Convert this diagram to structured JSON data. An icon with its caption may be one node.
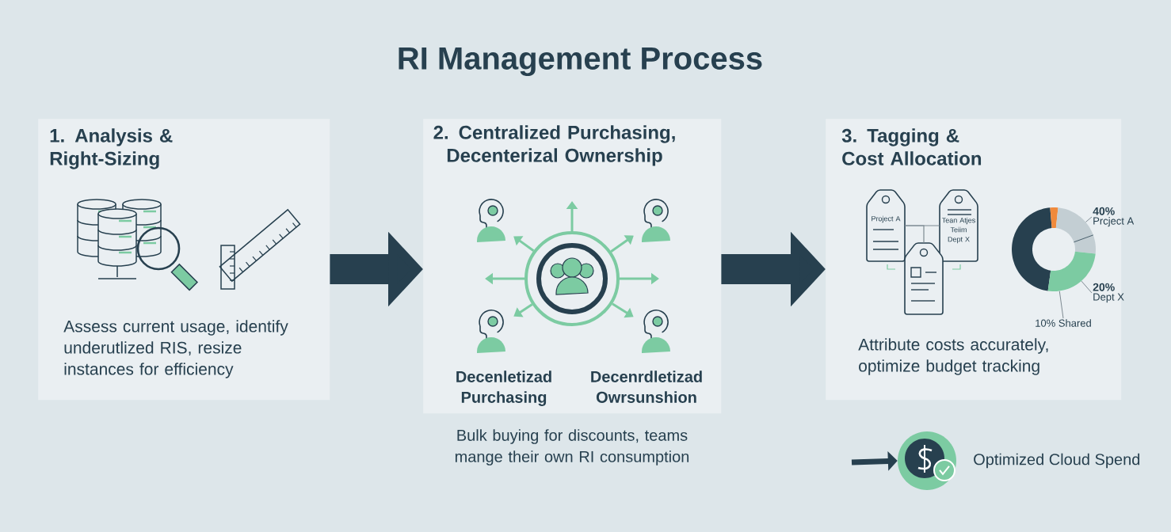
{
  "diagram": {
    "title": "RI Management Process",
    "nodes": [
      {
        "text": [
          "1. Analysis & Right-Sizing",
          "Assess current usage, identify underutlized RIS, resize instances for efficiency"
        ]
      },
      {
        "text": [
          "2. Centralized Purchasing, Decenterizal Ownership"
        ],
        "beside": [
          "Bulk buying for discounts, teams mange their own RI consumption"
        ]
      },
      {
        "text": [],
        "shape": "circle",
        "in": 1
      },
      {
        "text": [],
        "shape": "person",
        "in": 1
      },
      {
        "text": [],
        "shape": "person",
        "in": 1
      },
      {
        "text": [],
        "shape": "person",
        "in": 1,
        "beside": [
          "Decenletizad Purchasing"
        ]
      },
      {
        "text": [],
        "shape": "person",
        "in": 1,
        "beside": [
          "Decenrdletizad Owrsunshion"
        ]
      },
      {
        "text": [
          "3. Tagging & Cost Allocation",
          "Attribute costs accurately, optimize budget tracking"
        ]
      },
      {
        "text": [
          "Project A"
        ],
        "in": 7
      },
      {
        "text": [
          "Tean Atjes Teiim Dept X"
        ],
        "in": 7
      },
      {
        "text": [],
        "shape": "tag",
        "in": 7
      },
      {
        "text": [],
        "shape": "donut",
        "in": 7
      },
      {
        "text": [
          "40%",
          "Prcject A"
        ],
        "in": 7
      },
      {
        "text": [
          "20%",
          "Dept X"
        ],
        "in": 7
      },
      {
        "text": [
          "10% Shared"
        ],
        "in": 7
      },
      {
        "text": [
          "Optimized Cloud Spend"
        ]
      }
    ],
    "edges": [
      {
        "from": 0,
        "to": 1,
        "arrow": "to",
        "style": "thick",
        "color": "#27404f"
      },
      {
        "from": 1,
        "to": 7,
        "arrow": "to",
        "style": "thick",
        "color": "#27404f"
      },
      {
        "from": 2,
        "to": 3,
        "arrow": "to",
        "color": "#7ccba2"
      },
      {
        "from": 2,
        "to": 4,
        "arrow": "to",
        "color": "#7ccba2"
      },
      {
        "from": 2,
        "to": 5,
        "arrow": "to",
        "color": "#7ccba2"
      },
      {
        "from": 2,
        "to": 6,
        "arrow": "to",
        "color": "#7ccba2"
      },
      {
        "from": 2,
        "to": null,
        "arrow": "to",
        "color": "#7ccba2"
      },
      {
        "from": 2,
        "to": null,
        "arrow": "to",
        "color": "#7ccba2"
      },
      {
        "from": 2,
        "to": null,
        "arrow": "to",
        "color": "#7ccba2"
      },
      {
        "from": 8,
        "to": 9,
        "arrow": "none",
        "color": "#7d8a92"
      },
      {
        "from": 8,
        "to": 10,
        "arrow": "none",
        "color": "#7d8a92"
      },
      {
        "from": 12,
        "to": 11,
        "arrow": "none",
        "color": "#7d8a92"
      },
      {
        "from": 13,
        "to": 11,
        "arrow": "none",
        "color": "#7d8a92"
      },
      {
        "from": 14,
        "to": 11,
        "arrow": "none",
        "color": "#7d8a92"
      },
      {
        "from": null,
        "to": 15,
        "arrow": "to",
        "style": "thick",
        "color": "#27404f"
      }
    ]
  }
}
